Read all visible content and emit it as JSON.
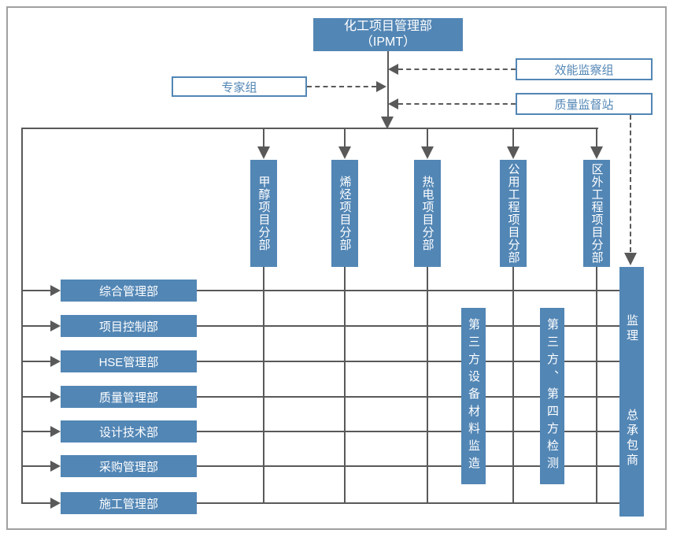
{
  "colors": {
    "node_blue": "#5286b5",
    "line_gray": "#595959",
    "frame_gray": "#a0a0a0",
    "text_white": "#ffffff"
  },
  "root": {
    "line1": "化工项目管理部",
    "line2": "（IPMT）"
  },
  "staff_groups": {
    "expert": "专家组",
    "efficiency": "效能监察组",
    "quality_station": "质量监督站"
  },
  "divisions": [
    "甲醇项目分部",
    "烯烃项目分部",
    "热电项目分部",
    "公用工程项目分部",
    "区外工程项目分部"
  ],
  "departments": [
    "综合管理部",
    "项目控制部",
    "HSE管理部",
    "质量管理部",
    "设计技术部",
    "采购管理部",
    "施工管理部"
  ],
  "third_parties": {
    "equipment_supervision": "第三方设备材料监造",
    "testing": "第三方、第四方检测",
    "supervision": "监理",
    "general_contractor": "总承包商"
  }
}
